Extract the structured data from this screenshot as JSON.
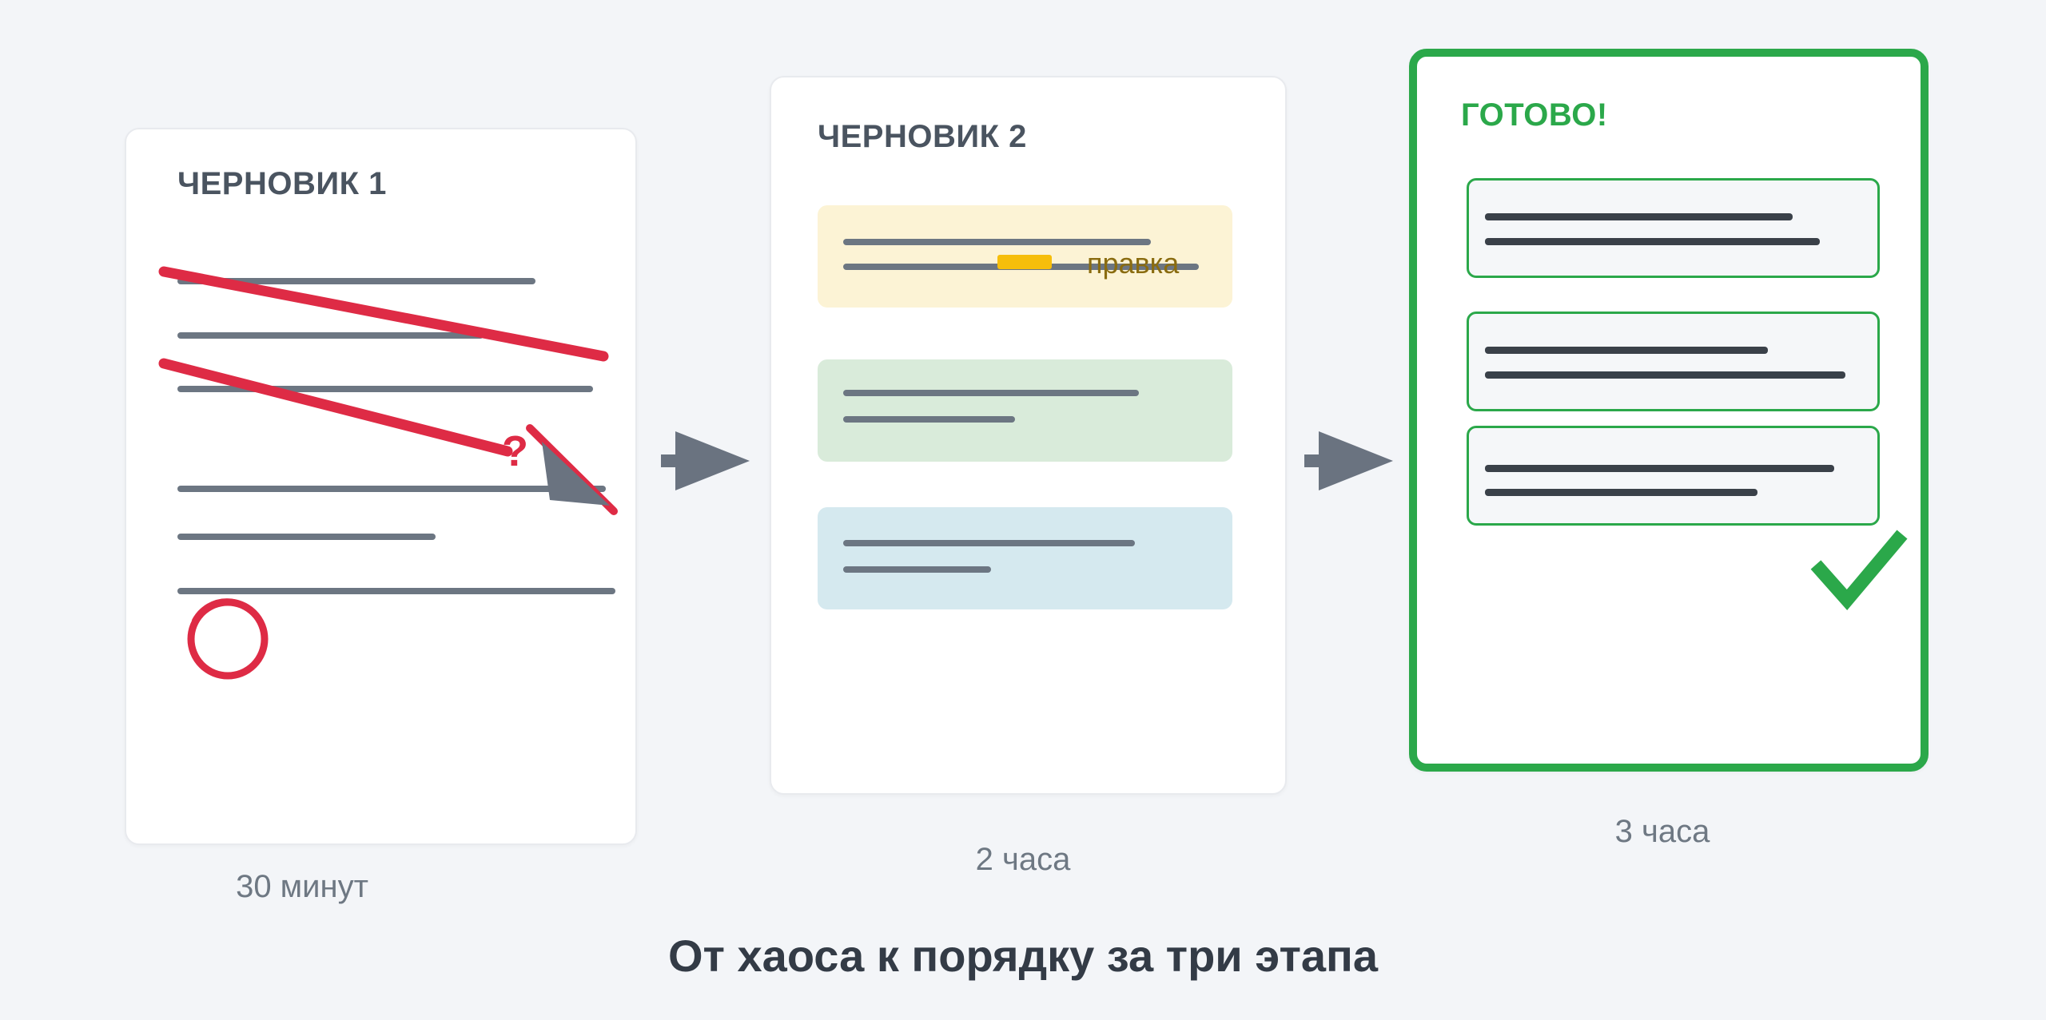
{
  "caption": "От хаоса к порядку за три этапа",
  "stages": {
    "draft1": {
      "title": "ЧЕРНОВИК 1",
      "time": "30 минут",
      "question_mark": "?"
    },
    "draft2": {
      "title": "ЧЕРНОВИК 2",
      "edit_label": "правка",
      "time": "2 часа"
    },
    "final": {
      "title": "ГОТОВО!",
      "time": "3 часа"
    }
  },
  "colors": {
    "accent_red": "#DE2B45",
    "accent_green": "#2BA84A",
    "highlight_yellow": "#F6BE0B",
    "note_yellow_bg": "#FCF3D5",
    "note_green_bg": "#D9EBDA",
    "note_blue_bg": "#D5E9EF",
    "line_gray": "#6C7682",
    "line_dark": "#3A4149",
    "title_slate": "#4A5460",
    "label_gray": "#6E7883",
    "background": "#F3F5F8"
  }
}
